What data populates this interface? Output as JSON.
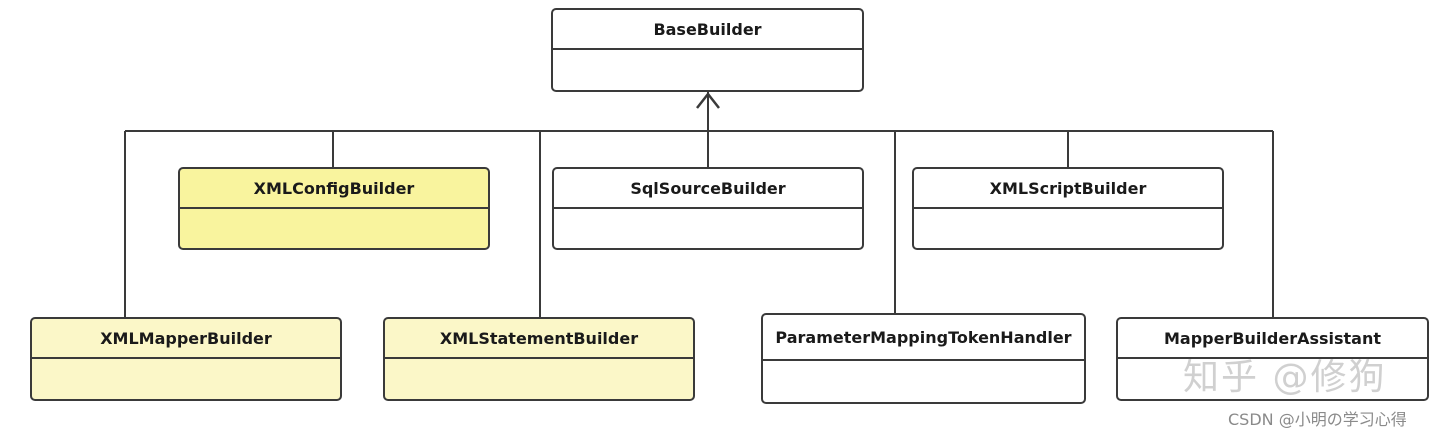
{
  "diagram": {
    "base": {
      "name": "BaseBuilder"
    },
    "classes": [
      {
        "id": "xml-config-builder",
        "name": "XMLConfigBuilder",
        "fill": "#f9f49e"
      },
      {
        "id": "sql-source-builder",
        "name": "SqlSourceBuilder",
        "fill": "#ffffff"
      },
      {
        "id": "xml-script-builder",
        "name": "XMLScriptBuilder",
        "fill": "#ffffff"
      },
      {
        "id": "xml-mapper-builder",
        "name": "XMLMapperBuilder",
        "fill": "#fbf7c8"
      },
      {
        "id": "xml-statement-builder",
        "name": "XMLStatementBuilder",
        "fill": "#fbf7c8"
      },
      {
        "id": "parameter-mapping-token-handler",
        "name": "ParameterMappingTokenHandler",
        "fill": "#ffffff"
      },
      {
        "id": "mapper-builder-assistant",
        "name": "MapperBuilderAssistant",
        "fill": "#ffffff"
      }
    ],
    "relationship": "inherits"
  },
  "watermark": {
    "main": "知乎 @修狗",
    "sub": "CSDN @小明の学习心得"
  },
  "colors": {
    "line": "#3a3a3a",
    "highlight": "#fbf7c8",
    "highlight_strong": "#f9f49e"
  }
}
